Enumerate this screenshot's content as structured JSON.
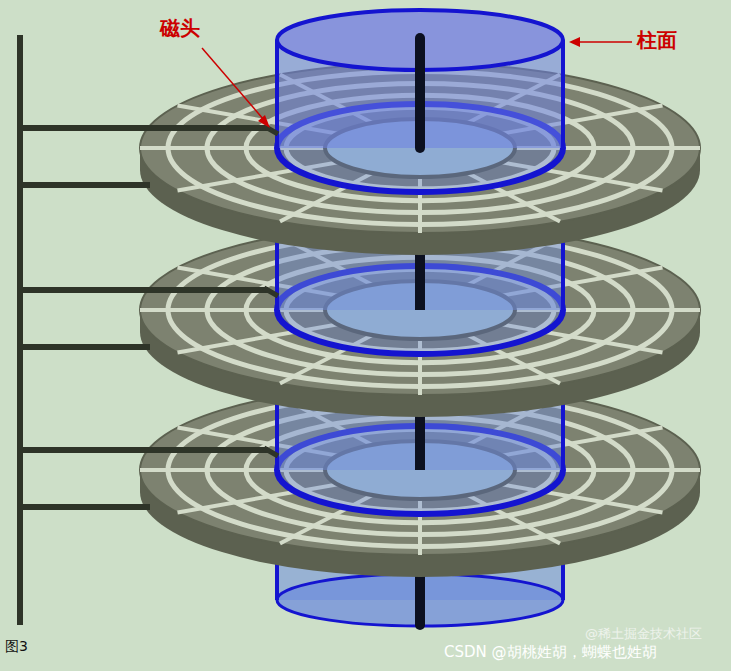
{
  "diagram": {
    "caption": "图3",
    "labels": [
      "磁头",
      "柱面",
      "@稀土掘金技术社区",
      "CSDN @胡桃姓胡，蝴蝶也姓胡"
    ]
  }
}
